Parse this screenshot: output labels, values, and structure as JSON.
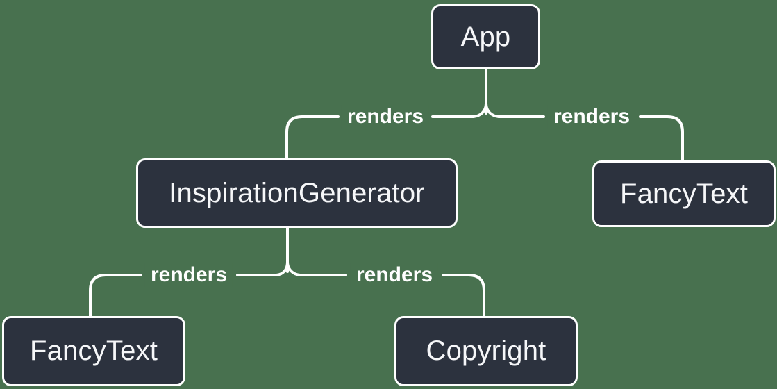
{
  "canvas": {
    "background_color": "#48714f",
    "box_fill": "#2c323e",
    "box_border": "#ffffff",
    "line_color": "#ffffff",
    "node_text_color": "#f6f7f9",
    "edge_label_color": "#ffffff"
  },
  "diagram": {
    "type": "render-tree",
    "nodes": [
      {
        "id": "app",
        "label": "App"
      },
      {
        "id": "inspiration-generator",
        "label": "InspirationGenerator"
      },
      {
        "id": "fancy-text-top",
        "label": "FancyText"
      },
      {
        "id": "fancy-text-bottom",
        "label": "FancyText"
      },
      {
        "id": "copyright",
        "label": "Copyright"
      }
    ],
    "edges": [
      {
        "from": "App",
        "to": "InspirationGenerator",
        "label": "renders"
      },
      {
        "from": "App",
        "to": "FancyText",
        "label": "renders"
      },
      {
        "from": "InspirationGenerator",
        "to": "FancyText",
        "label": "renders"
      },
      {
        "from": "InspirationGenerator",
        "to": "Copyright",
        "label": "renders"
      }
    ]
  }
}
